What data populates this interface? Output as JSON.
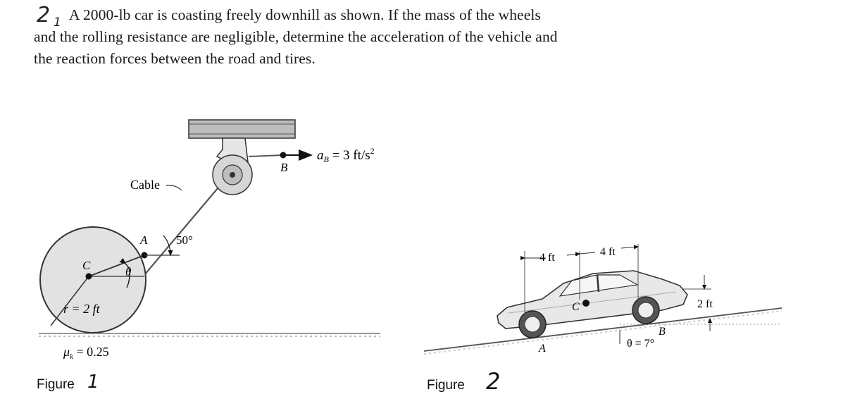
{
  "problem": {
    "handwritten_number": "2",
    "handwritten_sub": "1",
    "line1": "A 2000-lb car is coasting freely downhill as shown. If the mass of the wheels",
    "line2": "and the rolling resistance are negligible, determine the acceleration of the vehicle and",
    "line3": "the reaction forces between the road and tires."
  },
  "figure1": {
    "cable_label": "Cable",
    "accel_label": "a",
    "accel_sub": "B",
    "accel_value": " = 3 ft/s",
    "accel_exp": "2",
    "point_b": "B",
    "point_a": "A",
    "point_c": "C",
    "angle_label": "50°",
    "theta_label": "θ",
    "radius_label": "r = 2 ft",
    "mu_label": "μ",
    "mu_sub": "k",
    "mu_value": " = 0.25",
    "caption": "Figure",
    "caption_hand": "1"
  },
  "figure2": {
    "dim1": "4 ft",
    "dim2": "4 ft",
    "height_label": "2 ft",
    "point_c": "C",
    "point_a": "A",
    "point_b": "B",
    "theta_label": "θ = 7°",
    "caption": "Figure",
    "caption_hand": "2"
  }
}
